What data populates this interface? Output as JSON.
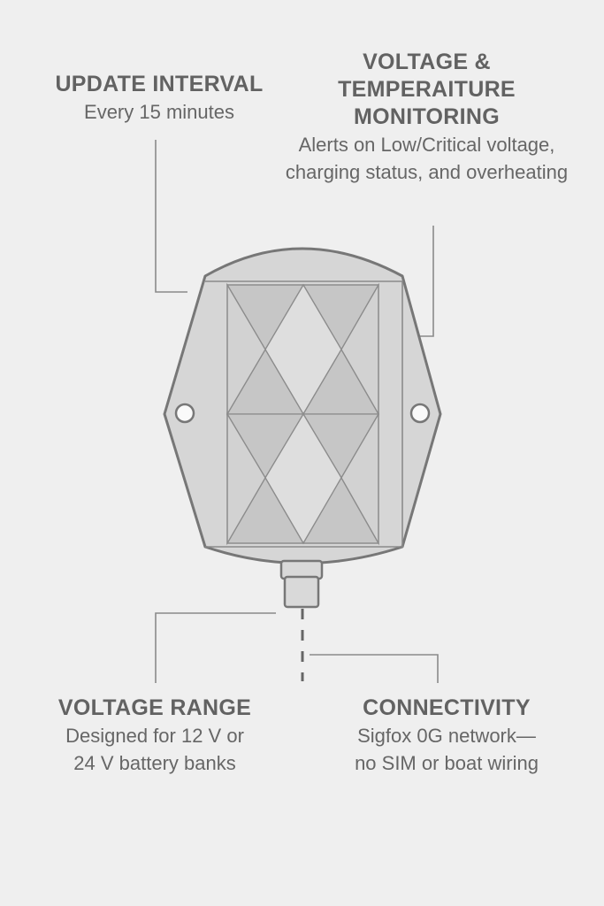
{
  "callouts": {
    "update_interval": {
      "heading": "UPDATE INTERVAL",
      "description": "Every 15 minutes"
    },
    "voltage_monitoring": {
      "heading": "VOLTAGE & TEMPERAITURE MONITORING",
      "description": "Alerts on Low/Critical voltage, charging status, and overheating"
    },
    "voltage_range": {
      "heading": "VOLTAGE RANGE",
      "description": "Designed for 12 V or\n24 V battery banks"
    },
    "connectivity": {
      "heading": "CONNECTIVITY",
      "description": "Sigfox 0G network—\nno SIM or boat wiring"
    }
  },
  "colors": {
    "background": "#efefef",
    "device_body": "#d6d6d6",
    "device_outline": "#777777",
    "triangle_dark": "#c6c6c6",
    "triangle_light": "#dedede",
    "text": "#5e5e5e"
  },
  "icons": {
    "device": "sensor-device-icon",
    "mount_hole": "mount-hole-icon",
    "connector": "connector-icon"
  }
}
